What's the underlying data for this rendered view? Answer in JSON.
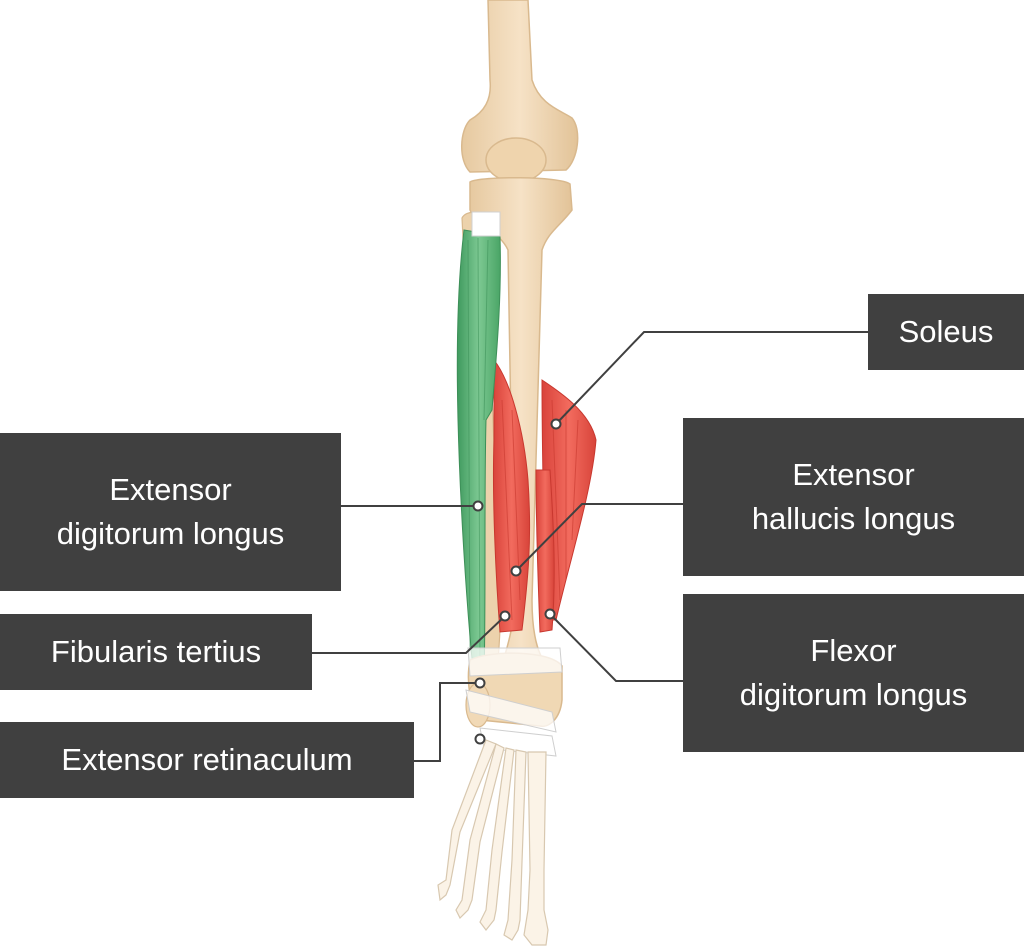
{
  "labels": {
    "soleus": {
      "lines": [
        "Soleus"
      ]
    },
    "extensor_hallucis_longus": {
      "lines": [
        "Extensor",
        "hallucis longus"
      ]
    },
    "flexor_digitorum_longus": {
      "lines": [
        "Flexor",
        "digitorum longus"
      ]
    },
    "extensor_digitorum_longus": {
      "lines": [
        "Extensor",
        "digitorum longus"
      ]
    },
    "fibularis_tertius": {
      "lines": [
        "Fibularis tertius"
      ]
    },
    "extensor_retinaculum": {
      "lines": [
        "Extensor retinaculum"
      ]
    }
  },
  "colors": {
    "bone": "#f3dcbd",
    "bone_outline": "#d9b98e",
    "highlight_muscle": "#5fb47a",
    "other_muscle": "#e9544a",
    "label_background": "#404040",
    "label_text": "#ffffff",
    "leader_line": "#404040"
  }
}
